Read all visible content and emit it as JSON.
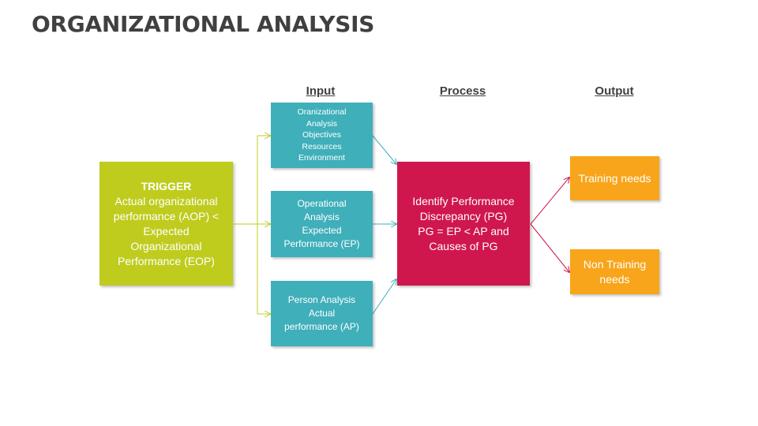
{
  "title": "ORGANIZATIONAL ANALYSIS",
  "columns": {
    "input": "Input",
    "process": "Process",
    "output": "Output"
  },
  "trigger": {
    "heading": "TRIGGER",
    "lines": [
      "Actual organizational",
      "performance (AOP) <",
      "Expected",
      "Organizational",
      "Performance (EOP)"
    ]
  },
  "inputs": [
    {
      "lines": [
        "Oranizational",
        "Analysis",
        "Objectives",
        "Resources",
        "Environment"
      ]
    },
    {
      "lines": [
        "Operational",
        "Analysis",
        "Expected",
        "Performance (EP)"
      ]
    },
    {
      "lines": [
        "Person Analysis",
        "Actual",
        "performance (AP)"
      ]
    }
  ],
  "process": {
    "lines": [
      "Identify Performance",
      "Discrepancy (PG)",
      "PG = EP < AP and",
      "Causes of PG"
    ]
  },
  "outputs": [
    {
      "lines": [
        "Training needs"
      ]
    },
    {
      "lines": [
        "Non Training",
        "needs"
      ]
    }
  ],
  "colors": {
    "trigger": "#bfcc1e",
    "input": "#3fafba",
    "process": "#cf174d",
    "output": "#f8a51b",
    "title": "#404040"
  }
}
